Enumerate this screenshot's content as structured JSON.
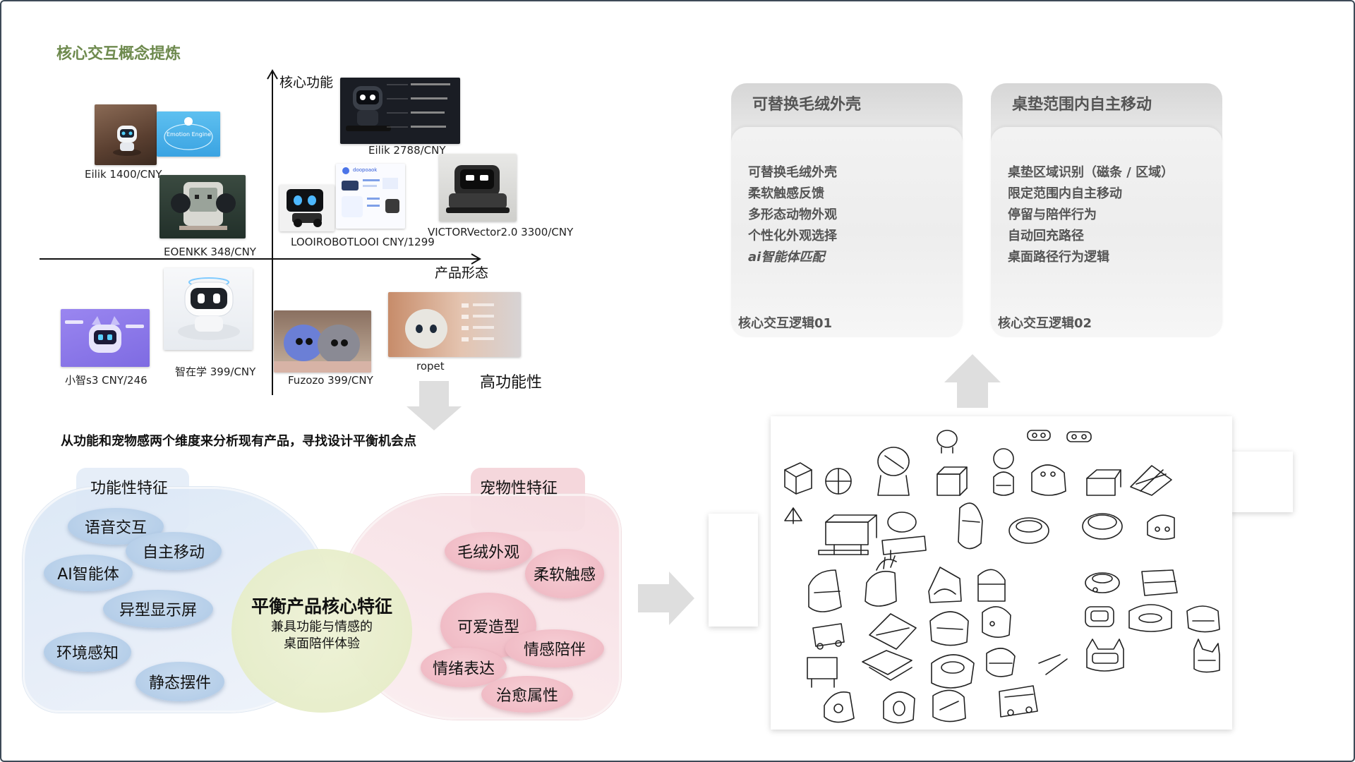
{
  "slide": {
    "title": "核心交互概念提炼",
    "subtitle": "从功能和宠物感两个维度来分析现有产品，寻找设计平衡机会点"
  },
  "positioning_map": {
    "y_axis_label": "核心功能",
    "x_axis_label": "产品形态",
    "quadrant_label": "高功能性",
    "products": [
      {
        "label": "Eilik 1400/CNY"
      },
      {
        "label": "Eilik 2788/CNY"
      },
      {
        "label": "EOENKK 348/CNY"
      },
      {
        "label": "LOOIROBOTLOOI CNY/1299"
      },
      {
        "label": "VICTORVector2.0 3300/CNY"
      },
      {
        "label": "小智s3 CNY/246"
      },
      {
        "label": "智在学 399/CNY"
      },
      {
        "label": "Fuzozo 399/CNY"
      },
      {
        "label": "ropet"
      }
    ],
    "image_texts": {
      "emotion_engine": "Emotion Engine",
      "doopoaok": "doopoaok"
    }
  },
  "venn": {
    "functional": {
      "title": "功能性特征",
      "items": [
        "语音交互",
        "自主移动",
        "AI智能体",
        "异型显示屏",
        "环境感知",
        "静态摆件"
      ]
    },
    "pet": {
      "title": "宠物性特征",
      "items": [
        "毛绒外观",
        "柔软触感",
        "可爱造型",
        "情感陪伴",
        "情绪表达",
        "治愈属性"
      ]
    },
    "center": {
      "title": "平衡产品核心特征",
      "sub1": "兼具功能与情感的",
      "sub2": "桌面陪伴体验"
    }
  },
  "concept_cards": [
    {
      "title": "可替换毛绒外壳",
      "items": [
        "可替换毛绒外壳",
        "柔软触感反馈",
        "多形态动物外观",
        "个性化外观选择",
        "ai智能体匹配"
      ],
      "footer": "核心交互逻辑01"
    },
    {
      "title": "桌垫范围内自主移动",
      "items": [
        "桌垫区域识别（磁条 / 区域）",
        "限定范围内自主移动",
        "停留与陪伴行为",
        "自动回充路径",
        "桌面路径行为逻辑"
      ],
      "footer": "核心交互逻辑02"
    }
  ],
  "colors": {
    "title_green": "#6e8a4e",
    "blue_pill": "#aec9e6",
    "pink_pill": "#eeb5c0",
    "center_circle": "#e3ebc3",
    "card_text": "#555555"
  }
}
